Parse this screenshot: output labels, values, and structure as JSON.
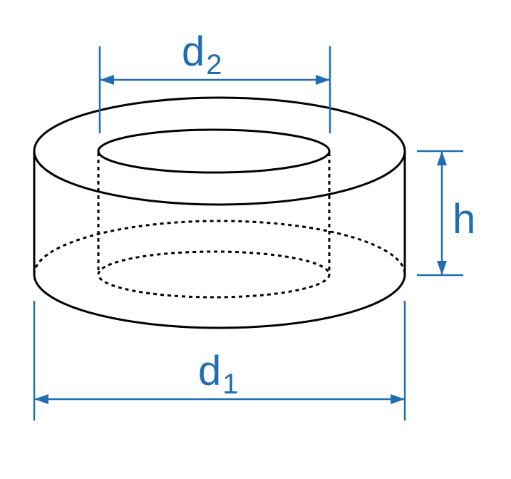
{
  "diagram": {
    "labels": {
      "outer_diameter": {
        "base": "d",
        "sub": "1"
      },
      "inner_diameter": {
        "base": "d",
        "sub": "2"
      },
      "height": "h"
    },
    "colors": {
      "dimension": "#1f6db5",
      "outline": "#000000",
      "background": "#ffffff"
    }
  }
}
